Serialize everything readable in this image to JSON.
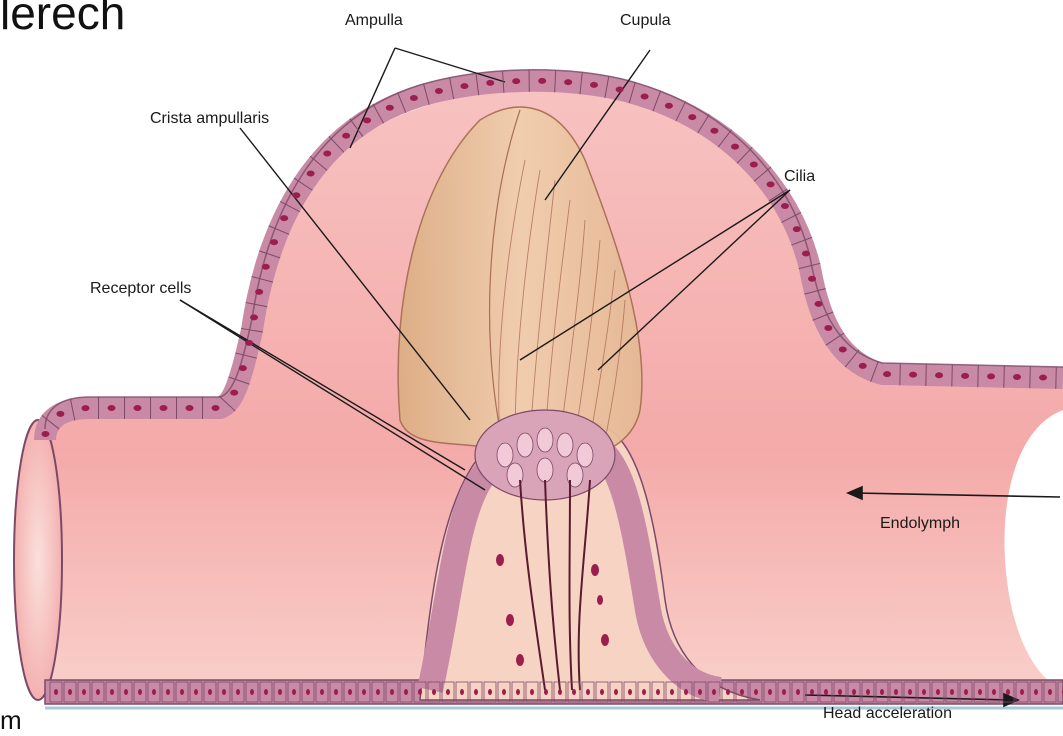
{
  "slide": {
    "title_fragment": "lerech",
    "footer_fragment": "m"
  },
  "labels": {
    "ampulla": "Ampulla",
    "cupula": "Cupula",
    "crista_ampullaris": "Crista ampullaris",
    "cilia": "Cilia",
    "receptor_cells": "Receptor cells",
    "endolymph": "Endolymph",
    "head_acceleration": "Head acceleration"
  },
  "colors": {
    "lumen_pink": "#f6b9b9",
    "lumen_light": "#fbd6d2",
    "epithelium": "#c98aa6",
    "epithelium_stroke": "#7c4a68",
    "nucleus": "#9c1e4e",
    "cupula_fill": "#e8c3a0",
    "cupula_shadow": "#d9a97f",
    "crista_tissue": "#f7d3c4"
  }
}
